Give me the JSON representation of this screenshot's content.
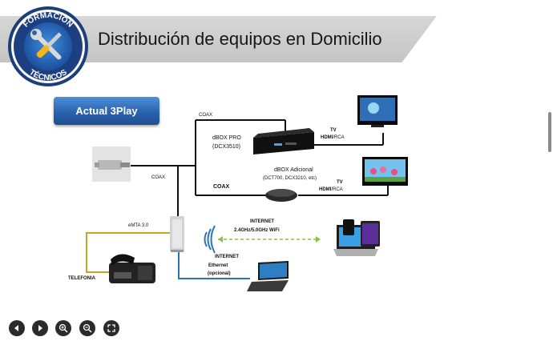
{
  "header": {
    "title": "Distribución de equipos en Domicilio",
    "badge_top": "FORMACIÓN",
    "badge_bottom": "TÉCNICOS",
    "badge_icon": "wrench-screwdriver-icon"
  },
  "button": {
    "label": "Actual 3Play"
  },
  "labels": {
    "coax_top": "COAX",
    "coax_left": "COAX",
    "coax_mid": "COAX",
    "dbox_pro_name": "dBOX PRO",
    "dbox_pro_model": "(DCX3510)",
    "dbox_add_name": "dBOX Adicional",
    "dbox_add_model": "(DCT700, DCX3210, etc)",
    "tv1_title": "TV",
    "tv1_sub_bold": "HDMI",
    "tv1_sub_rest": "/RCA",
    "tv2_title": "TV",
    "tv2_sub_bold": "HDMI",
    "tv2_sub_rest": "/RCA",
    "emta": "eMTA 3.0",
    "wifi_title": "INTERNET",
    "wifi_sub": "2.4GHz/5.0GHz WiFi",
    "eth_title": "INTERNET",
    "eth_sub": "Ethernet",
    "eth_note": "(opcional)",
    "telefonia": "TELEFONIA"
  },
  "colors": {
    "coax_line": "#111111",
    "phone_line": "#c9a227",
    "ethernet_line": "#2c74b8",
    "wifi_line": "#8cc04b",
    "button_blue": "#2a63ad"
  },
  "controls": [
    {
      "name": "prev-icon"
    },
    {
      "name": "play-icon"
    },
    {
      "name": "zoom-in-icon"
    },
    {
      "name": "zoom-out-icon"
    },
    {
      "name": "fullscreen-icon"
    }
  ]
}
